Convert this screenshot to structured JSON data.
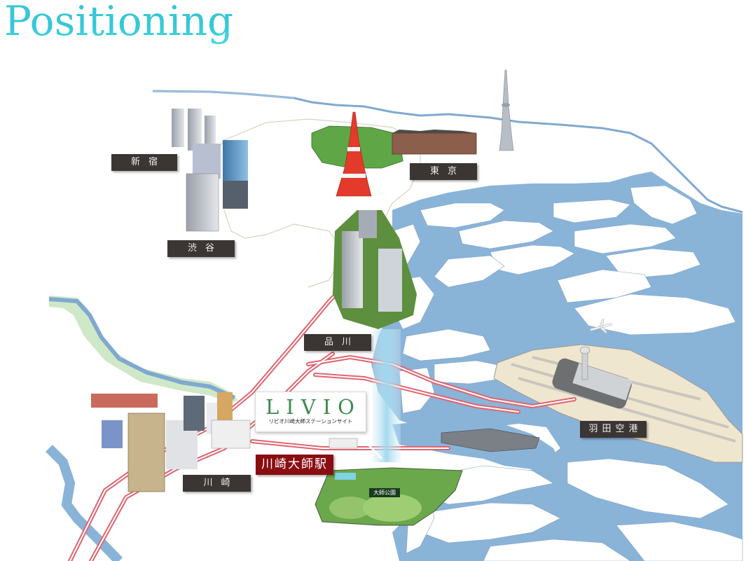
{
  "page": {
    "title": "Positioning"
  },
  "colors": {
    "title": "#3cc6d4",
    "water": "#8ab3d8",
    "land": "#ffffff",
    "label_bg": "#3b3533",
    "station_bg": "#8a0d12",
    "rail": "#d9424f",
    "riverbank": "#cfe8c8",
    "brand_green": "#3e8a4f",
    "light_beam": "#bfe6f3"
  },
  "map": {
    "labels": [
      {
        "id": "shinjuku",
        "text": "新宿"
      },
      {
        "id": "shibuya",
        "text": "渋谷"
      },
      {
        "id": "tokyo",
        "text": "東京"
      },
      {
        "id": "shinagawa",
        "text": "品川"
      },
      {
        "id": "kawasaki",
        "text": "川崎"
      },
      {
        "id": "haneda",
        "text": "羽田空港"
      }
    ],
    "station": {
      "text": "川崎大師駅"
    },
    "park": {
      "text": "大師公園"
    },
    "callout": {
      "logo": "LIVIO",
      "subtitle": "リビオ川崎大師ステーションサイト"
    },
    "landmarks": [
      {
        "id": "tokyo-tower",
        "icon": "tokyo-tower-icon"
      },
      {
        "id": "skytree",
        "icon": "skytree-icon"
      },
      {
        "id": "tokyo-station",
        "icon": "station-building-icon"
      },
      {
        "id": "airplane",
        "icon": "airplane-icon"
      },
      {
        "id": "control-tower",
        "icon": "control-tower-icon"
      }
    ]
  }
}
